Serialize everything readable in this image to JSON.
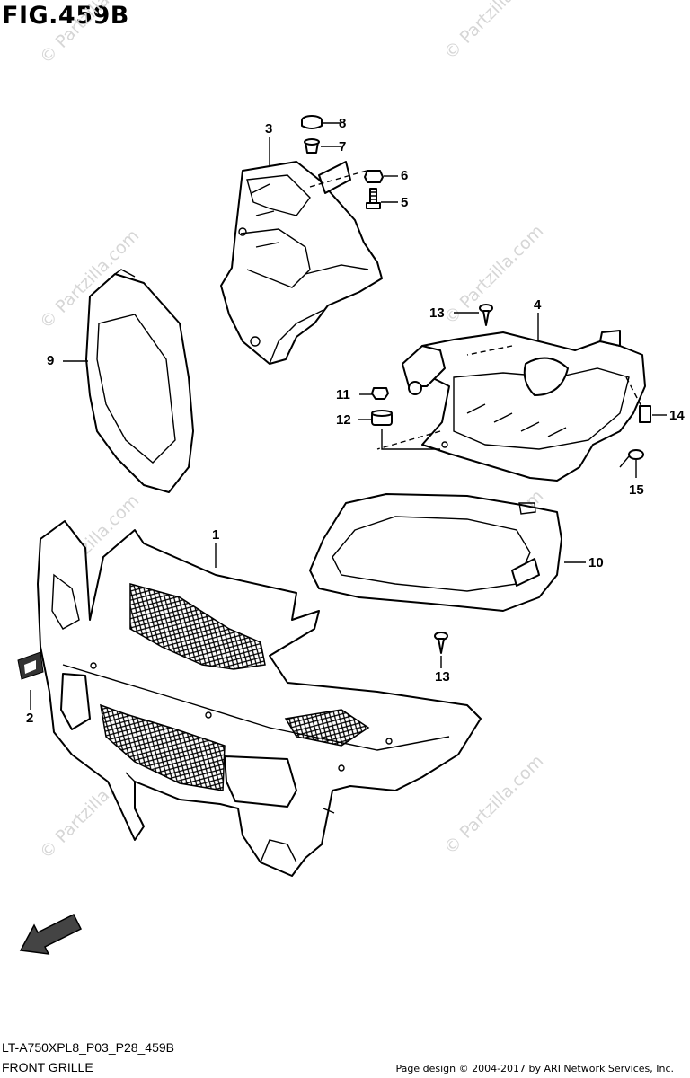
{
  "figure": {
    "title": "FIG.459B",
    "section_name": "FRONT GRILLE",
    "model_code": "LT-A750XPL8_P03_P28_459B",
    "copyright": "Page design © 2004-2017 by ARI Network Services, Inc.",
    "fwd_label": "FWD"
  },
  "watermark_text": "© Partzilla.com",
  "callouts": [
    {
      "id": "c1",
      "label": "1"
    },
    {
      "id": "c2",
      "label": "2"
    },
    {
      "id": "c3",
      "label": "3"
    },
    {
      "id": "c4",
      "label": "4"
    },
    {
      "id": "c5",
      "label": "5"
    },
    {
      "id": "c6",
      "label": "6"
    },
    {
      "id": "c7",
      "label": "7"
    },
    {
      "id": "c8",
      "label": "8"
    },
    {
      "id": "c9",
      "label": "9"
    },
    {
      "id": "c10",
      "label": "10"
    },
    {
      "id": "c11",
      "label": "11"
    },
    {
      "id": "c12",
      "label": "12"
    },
    {
      "id": "c13a",
      "label": "13"
    },
    {
      "id": "c13b",
      "label": "13"
    },
    {
      "id": "c14",
      "label": "14"
    },
    {
      "id": "c15",
      "label": "15"
    }
  ]
}
